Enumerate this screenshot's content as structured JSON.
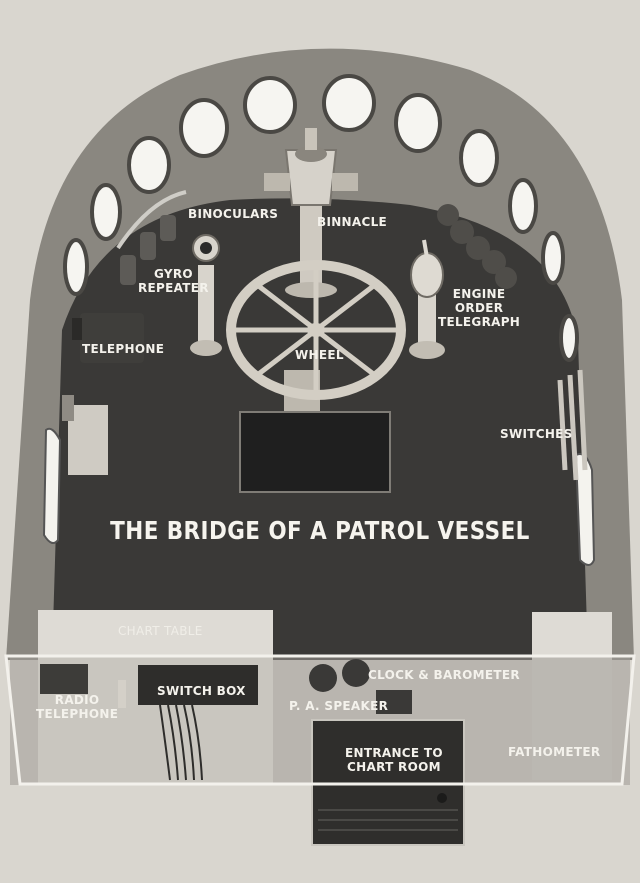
{
  "diagram": {
    "title": "THE BRIDGE OF A PATROL VESSEL",
    "labels": {
      "binoculars": "BINOCULARS",
      "binnacle": "BINNACLE",
      "gyro_repeater": [
        "GYRO",
        "REPEATER"
      ],
      "engine_order_telegraph": [
        "ENGINE",
        "ORDER",
        "TELEGRAPH"
      ],
      "telephone": "TELEPHONE",
      "wheel": "WHEEL",
      "switches": "SWITCHES",
      "chart_table": "CHART TABLE",
      "clock_barometer": "CLOCK & BAROMETER",
      "radio_telephone": [
        "RADIO",
        "TELEPHONE"
      ],
      "switch_box": "SWITCH BOX",
      "pa_speaker": "P. A. SPEAKER",
      "entrance": [
        "ENTRANCE TO",
        "CHART ROOM"
      ],
      "fathometer": "FATHOMETER"
    }
  }
}
